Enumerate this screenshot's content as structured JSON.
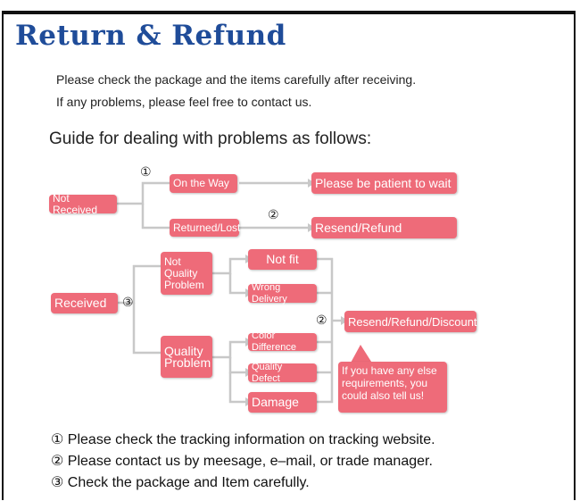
{
  "title": "Return & Refund",
  "intro": {
    "line1": "Please check the package and the items carefully after receiving.",
    "line2": "If any problems, please feel free to contact us."
  },
  "guide_heading": "Guide for dealing with problems as follows:",
  "flow": {
    "not_received": "Not Received",
    "on_the_way": "On the Way",
    "returned_lost": "Returned/Lost",
    "wait": "Please be patient to wait",
    "resend_refund": "Resend/Refund",
    "received": "Received",
    "not_quality": "Not Quality Problem",
    "not_fit": "Not fit",
    "wrong_delivery": "Wrong Delivery",
    "quality": "Quality Problem",
    "color_difference": "Color Difference",
    "quality_defect": "Quality Defect",
    "damage": "Damage",
    "resend_refund_discount": "Resend/Refund/Discount",
    "else_note": "If you have any else requirements, you could also tell us!",
    "mark1": "①",
    "mark2a": "②",
    "mark3": "③",
    "mark2b": "②"
  },
  "notes": [
    "① Please check the tracking information on tracking website.",
    "② Please contact us by meesage, e–mail, or trade manager.",
    "③ Check the package and Item carefully."
  ],
  "colors": {
    "title": "#1f4c99",
    "box": "#ee6b79"
  }
}
